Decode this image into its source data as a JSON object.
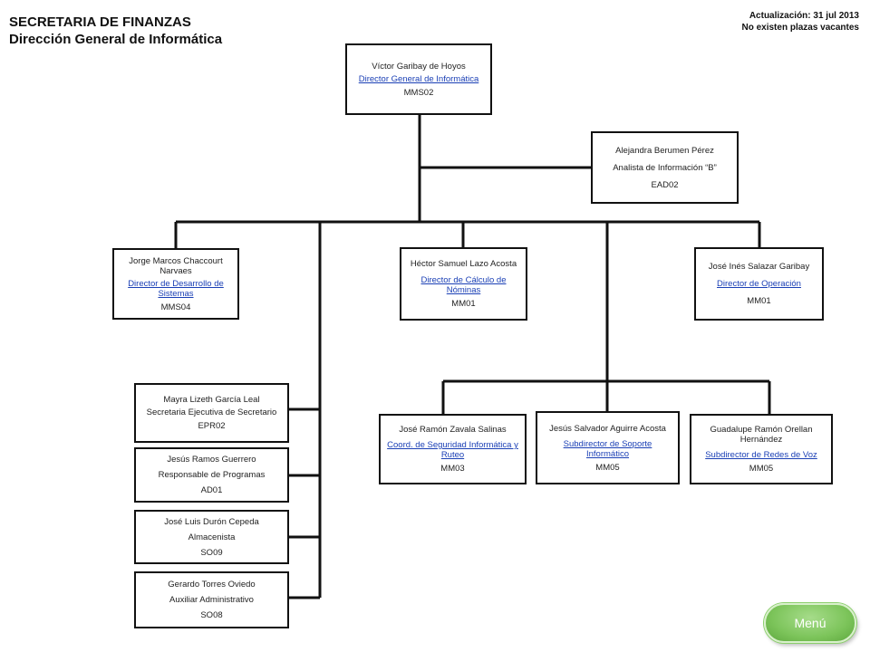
{
  "header": {
    "title": "SECRETARIA DE FINANZAS",
    "subtitle": "Dirección General de Informática",
    "update_line1": "Actualización: 31 jul 2013",
    "update_line2": "No existen plazas  vacantes"
  },
  "boxes": {
    "director_general": {
      "name": "Víctor Garibay de Hoyos",
      "position": "Director General de Informática",
      "code": "MMS02"
    },
    "analista": {
      "name": "Alejandra Berumen Pérez",
      "position": "Analista de Información “B”",
      "code": "EAD02"
    },
    "desarrollo": {
      "name": "Jorge Marcos  Chaccourt Narvaes",
      "position": "Director de Desarrollo de Sistemas",
      "code": "MMS04"
    },
    "nominas": {
      "name": "Héctor Samuel Lazo Acosta",
      "position": "Director de Cálculo de Nóminas",
      "code": "MM01"
    },
    "operacion": {
      "name": "José Inés Salazar Garibay",
      "position": "Director de Operación",
      "code": "MM01"
    },
    "secretaria": {
      "name": "Mayra Lizeth García Leal",
      "position": "Secretaria Ejecutiva de Secretario",
      "code": "EPR02"
    },
    "programas": {
      "name": "Jesús Ramos Guerrero",
      "position": "Responsable de Programas",
      "code": "AD01"
    },
    "almacenista": {
      "name": "José Luis Durón Cepeda",
      "position": "Almacenista",
      "code": "SO09"
    },
    "auxiliar": {
      "name": "Gerardo Torres Oviedo",
      "position": "Auxiliar Administrativo",
      "code": "SO08"
    },
    "seguridad": {
      "name": "José Ramón Zavala Salinas",
      "position": "Coord. de Seguridad Informática y Ruteo",
      "code": "MM03"
    },
    "soporte": {
      "name": "Jesús Salvador Aguirre Acosta",
      "position": "Subdirector de Soporte Informático",
      "code": "MM05"
    },
    "redes": {
      "name": "Guadalupe Ramón Orellan Hernández",
      "position": "Subdirector de Redes  de Voz",
      "code": "MM05"
    }
  },
  "menu": {
    "label": "Menú"
  }
}
